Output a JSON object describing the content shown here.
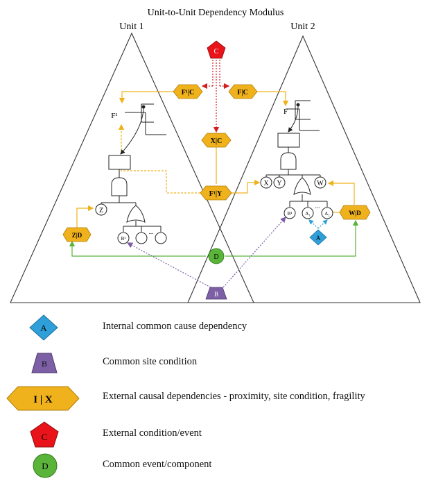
{
  "diagram": {
    "title": "Unit-to-Unit Dependency Modulus",
    "unit1_label": "Unit 1",
    "unit2_label": "Unit 2",
    "nodes": {
      "c_top": "C",
      "pc_left": "F¹|C",
      "fc_right": "F|C",
      "xc": "X|C",
      "py": "F¹|Y",
      "zd": "Z|D",
      "wd": "W|D",
      "d": "D",
      "b": "B",
      "a": "A",
      "p1": "F¹",
      "f": "F",
      "z": "Z",
      "x": "X",
      "y": "Y",
      "w": "W",
      "b1": "B¹",
      "b2": "B¹",
      "a1": "A₁",
      "a2": "A₂",
      "ellipsis": "..."
    }
  },
  "legend": [
    {
      "symbol": "A",
      "shape": "diamond",
      "color": "#2e9fd8",
      "label": "Internal common cause dependency"
    },
    {
      "symbol": "B",
      "shape": "trapezoid",
      "color": "#7d5fa6",
      "label": "Common site condition"
    },
    {
      "symbol": "I | X",
      "shape": "hexagon",
      "color": "#f0b21c",
      "label": "External causal dependencies - proximity, site condition, fragility"
    },
    {
      "symbol": "C",
      "shape": "pentagon",
      "color": "#e8141a",
      "label": "External condition/event"
    },
    {
      "symbol": "D",
      "shape": "circle",
      "color": "#5ab43a",
      "label": "Common event/component"
    }
  ]
}
